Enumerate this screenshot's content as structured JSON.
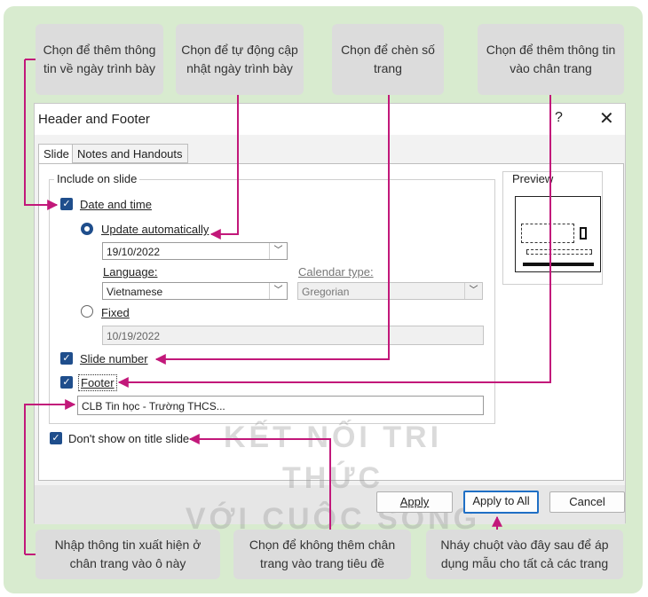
{
  "callouts": {
    "c1": "Chọn để thêm thông tin về ngày trình bày",
    "c2": "Chọn để tự động cập nhật ngày trình bày",
    "c3": "Chọn để chèn số trang",
    "c4": "Chọn để thêm thông tin vào chân trang",
    "c5": "Nhập thông tin xuất hiện ở chân trang vào ô này",
    "c6": "Chọn để không thêm chân trang vào trang tiêu đề",
    "c7": "Nháy chuột vào đây sau để áp dụng mẫu cho tất cả các trang"
  },
  "dialog": {
    "title": "Header and Footer",
    "help": "?",
    "close": "✕",
    "tabs": [
      "Slide",
      "Notes and Handouts"
    ],
    "include_legend": "Include on slide",
    "date_time": "Date and time",
    "update_auto": "Update automatically",
    "date_value": "19/10/2022",
    "language_label": "Language:",
    "language_value": "Vietnamese",
    "calendar_label": "Calendar type:",
    "calendar_value": "Gregorian",
    "fixed": "Fixed",
    "fixed_value": "10/19/2022",
    "slide_number": "Slide number",
    "footer": "Footer",
    "footer_value": "CLB Tin học - Trường THCS...",
    "dont_show": "Don't show on title slide",
    "preview_legend": "Preview",
    "buttons": {
      "apply": "Apply",
      "apply_all": "Apply to All",
      "cancel": "Cancel"
    }
  },
  "watermark": {
    "line1": "KẾT NỐI TRI THỨC",
    "line2": "VỚI CUỘC SỐNG"
  },
  "colors": {
    "accent": "#c2187a",
    "frame": "#d8ebcf",
    "checkbox": "#1f4e8c"
  }
}
